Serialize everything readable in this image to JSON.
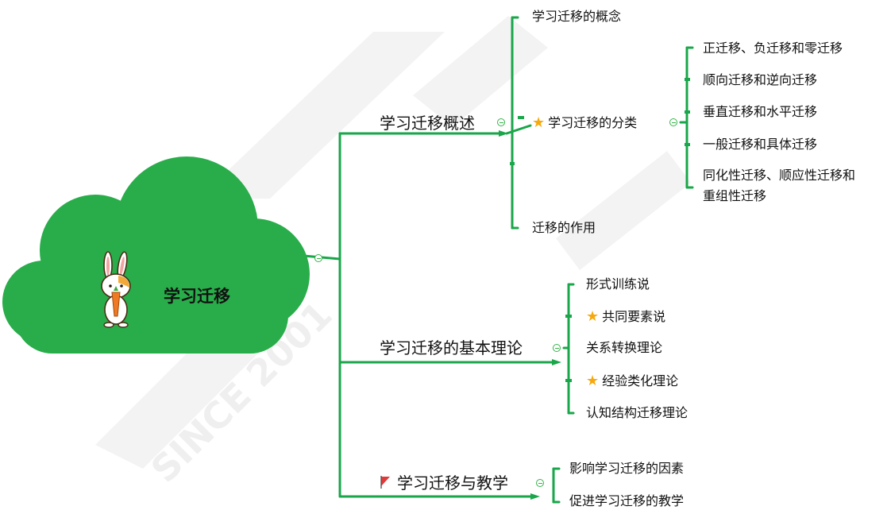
{
  "colors": {
    "branch": "#1aa64a",
    "cloud": "#28ad4a",
    "star": "#f6a90e",
    "flag": "#e03a3a"
  },
  "root": {
    "title": "学习迁移",
    "icon": "rabbit-mascot"
  },
  "branches": [
    {
      "label": "学习迁移概述",
      "children": [
        {
          "label": "学习迁移的概念"
        },
        {
          "label": "学习迁移的分类",
          "marker": "star",
          "children": [
            "正迁移、负迁移和零迁移",
            "顺向迁移和逆向迁移",
            "垂直迁移和水平迁移",
            "一般迁移和具体迁移",
            [
              "同化性迁移、顺应性迁移和",
              "重组性迁移"
            ]
          ]
        },
        {
          "label": "迁移的作用"
        }
      ]
    },
    {
      "label": "学习迁移的基本理论",
      "children": [
        {
          "label": "形式训练说"
        },
        {
          "label": "共同要素说",
          "marker": "star"
        },
        {
          "label": "关系转换理论"
        },
        {
          "label": "经验类化理论",
          "marker": "star"
        },
        {
          "label": "认知结构迁移理论"
        }
      ]
    },
    {
      "label": "学习迁移与教学",
      "marker": "flag",
      "children": [
        {
          "label": "影响学习迁移的因素"
        },
        {
          "label": "促进学习迁移的教学"
        }
      ]
    }
  ],
  "watermark": {
    "text": "SINCE 2001"
  }
}
